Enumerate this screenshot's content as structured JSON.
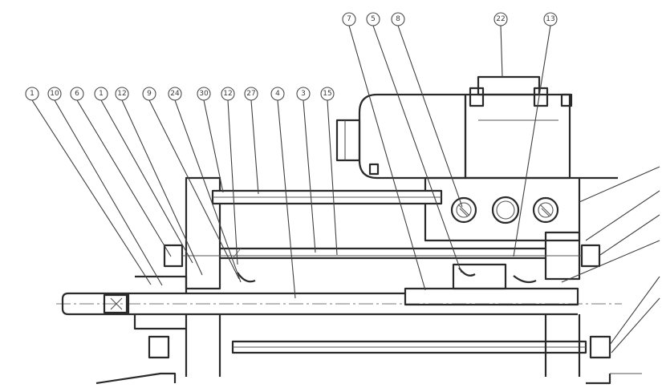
{
  "callouts": [
    {
      "id": "c1",
      "label": "1"
    },
    {
      "id": "c10",
      "label": "10"
    },
    {
      "id": "c6",
      "label": "6"
    },
    {
      "id": "c1b",
      "label": "1"
    },
    {
      "id": "c12",
      "label": "12"
    },
    {
      "id": "c9",
      "label": "9"
    },
    {
      "id": "c24",
      "label": "24"
    },
    {
      "id": "c30",
      "label": "30"
    },
    {
      "id": "c12b",
      "label": "12"
    },
    {
      "id": "c27",
      "label": "27"
    },
    {
      "id": "c4",
      "label": "4"
    },
    {
      "id": "c3",
      "label": "3"
    },
    {
      "id": "c15",
      "label": "15"
    },
    {
      "id": "c7",
      "label": "7"
    },
    {
      "id": "c5",
      "label": "5"
    },
    {
      "id": "c8",
      "label": "8"
    },
    {
      "id": "c22",
      "label": "22"
    },
    {
      "id": "c13",
      "label": "13"
    }
  ]
}
